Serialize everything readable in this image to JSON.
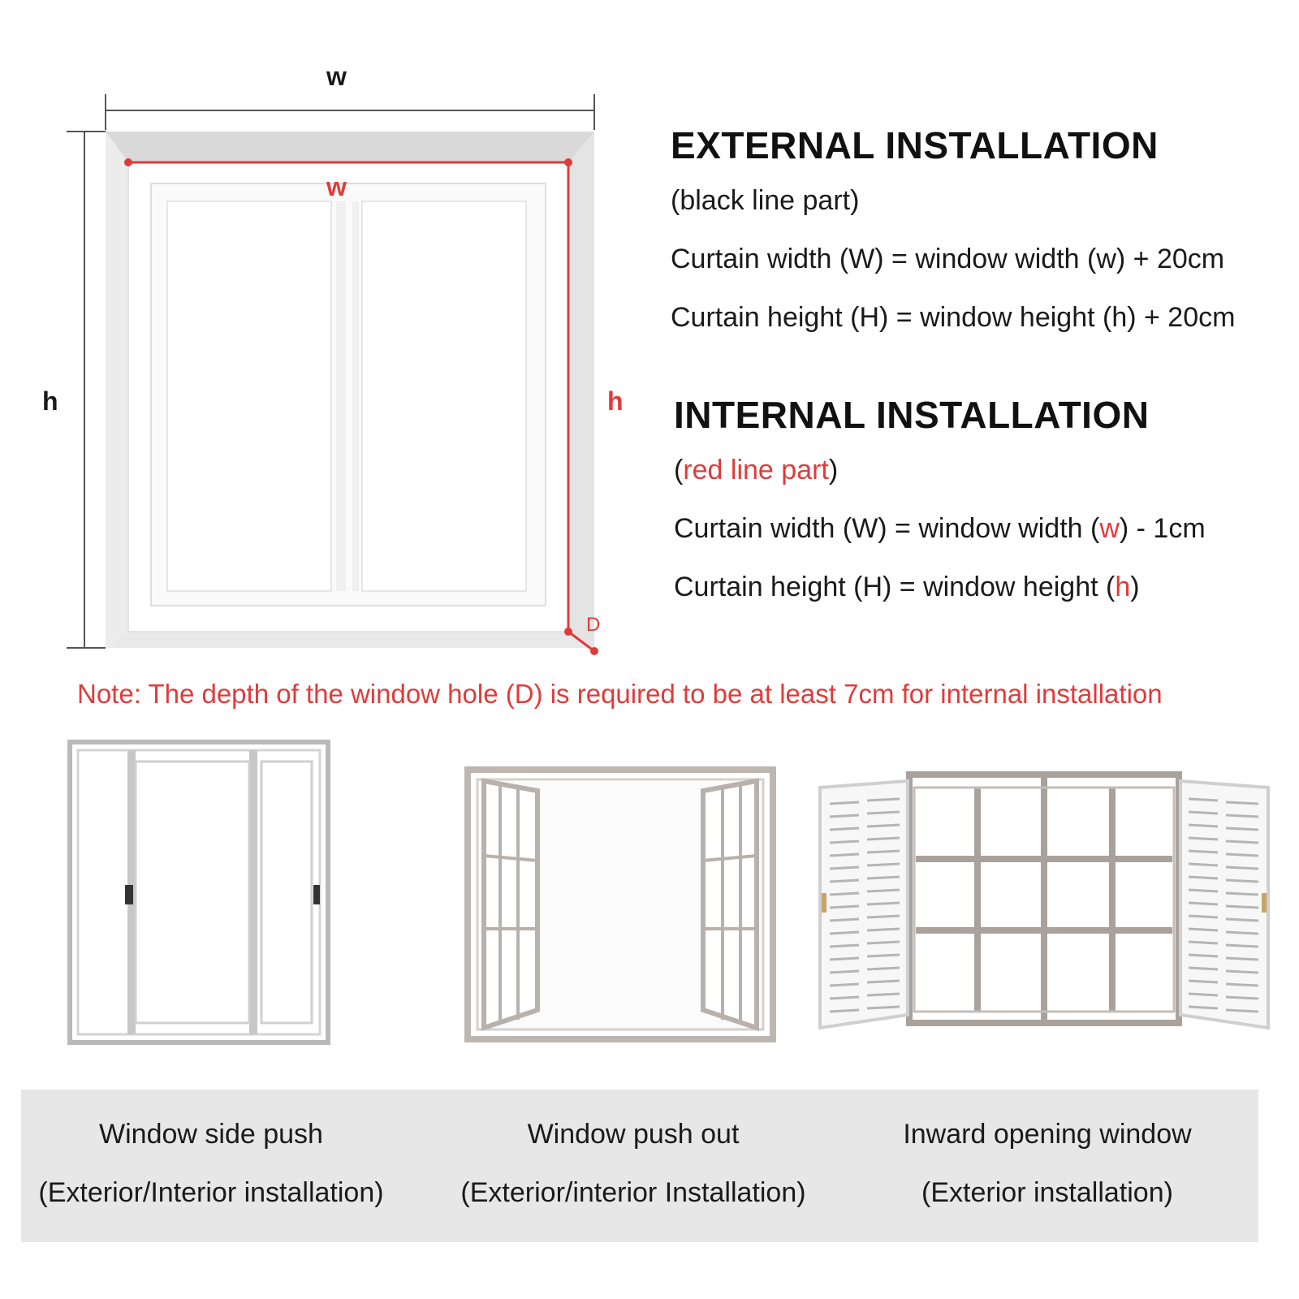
{
  "diagram": {
    "top_w_label": "w",
    "inner_w_label": "w",
    "left_h_label": "h",
    "inner_h_label": "h",
    "depth_label": "D"
  },
  "external": {
    "title": "EXTERNAL INSTALLATION",
    "subtitle": "(black line part)",
    "width_formula": "Curtain width (W) = window width (w) + 20cm",
    "height_formula": "Curtain height (H) = window height (h) + 20cm"
  },
  "internal": {
    "title": "INTERNAL INSTALLATION",
    "subtitle_open": "(",
    "subtitle_red": "red line part",
    "subtitle_close": ")",
    "width_prefix": "Curtain width (W) = window width (",
    "width_var": "w",
    "width_suffix": ") - 1cm",
    "height_prefix": "Curtain height (H) = window height (",
    "height_var": "h",
    "height_suffix": ")"
  },
  "note": "Note: The depth of the window hole (D) is required to be at least 7cm for internal installation",
  "window_types": [
    {
      "name": "Window side push",
      "installation": "(Exterior/Interior installation)"
    },
    {
      "name": "Window push out",
      "installation": "(Exterior/interior Installation)"
    },
    {
      "name": "Inward opening window",
      "installation": "(Exterior installation)"
    }
  ],
  "colors": {
    "accent_red": "#e03b3b",
    "frame_gray": "#c9c5c2",
    "band_gray": "#e7e7e7"
  }
}
